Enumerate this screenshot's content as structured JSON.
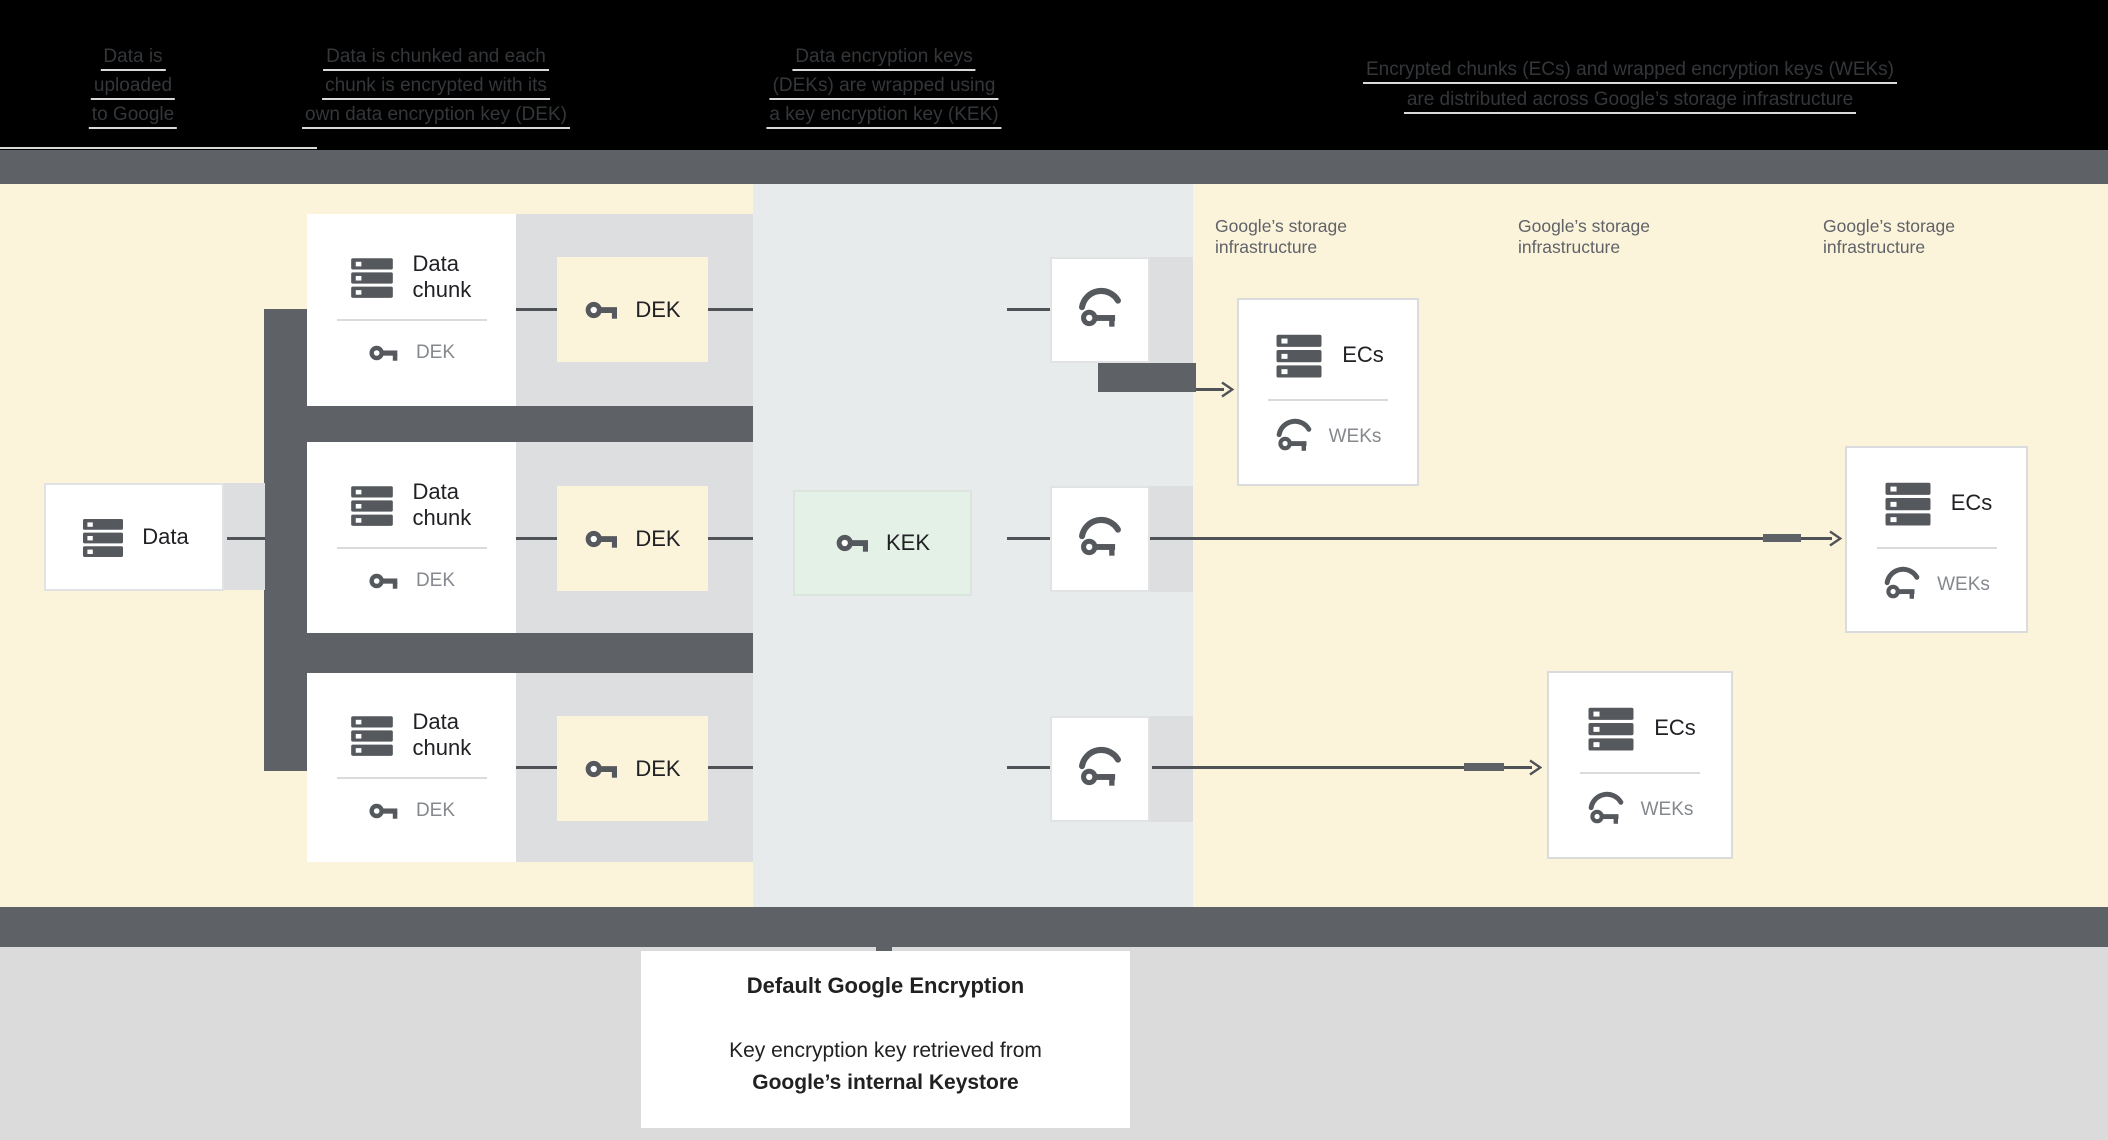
{
  "legend": {
    "columns": [
      {
        "lines": [
          "Data is",
          "uploaded",
          "to Google"
        ]
      },
      {
        "lines": [
          "Data is chunked and each",
          "chunk is encrypted with its",
          "own data encryption key (DEK)"
        ]
      },
      {
        "lines": [
          "Data encryption keys",
          "(DEKs) are wrapped using",
          "a key encryption key (KEK)"
        ]
      },
      {
        "lines": [
          "Encrypted chunks (ECs) and wrapped encryption keys (WEKs)",
          "are distributed across Google’s storage infrastructure"
        ]
      }
    ]
  },
  "nodes": {
    "data": {
      "label": "Data"
    },
    "chunks": [
      {
        "title": "Data chunk",
        "key_label": "DEK"
      },
      {
        "title": "Data chunk",
        "key_label": "DEK"
      },
      {
        "title": "Data chunk",
        "key_label": "DEK"
      }
    ],
    "deks": [
      {
        "label": "DEK"
      },
      {
        "label": "DEK"
      },
      {
        "label": "DEK"
      }
    ],
    "kek": {
      "label": "KEK"
    },
    "wrapped_keys": [
      {
        "icon": "wrapped-key-icon"
      },
      {
        "icon": "wrapped-key-icon"
      },
      {
        "icon": "wrapped-key-icon"
      }
    ],
    "storage_headers": [
      {
        "line1": "Google’s storage",
        "line2": "infrastructure"
      },
      {
        "line1": "Google’s storage",
        "line2": "infrastructure"
      },
      {
        "line1": "Google’s storage",
        "line2": "infrastructure"
      }
    ],
    "ecs": [
      {
        "title": "ECs",
        "key_label": "WEKs"
      },
      {
        "title": "ECs",
        "key_label": "WEKs"
      },
      {
        "title": "ECs",
        "key_label": "WEKs"
      }
    ]
  },
  "caption": {
    "title": "Default Google Encryption",
    "line1": "Key encryption key retrieved from",
    "line2": "Google’s internal Keystore"
  },
  "colors": {
    "black_band": "#000000",
    "section_bar_dark": "#5e6165",
    "cream_section": "#fcf3db",
    "kek_section_bluegray": "#e8ebec",
    "row_gray": "#dcdee0",
    "bottom_gray": "#dbdbdb",
    "kek_box_green": "#e3f1e7",
    "connector_line": "#4f5256",
    "text_dark": "#202124",
    "text_gray": "#85898e",
    "header_gray": "#5f6368"
  }
}
